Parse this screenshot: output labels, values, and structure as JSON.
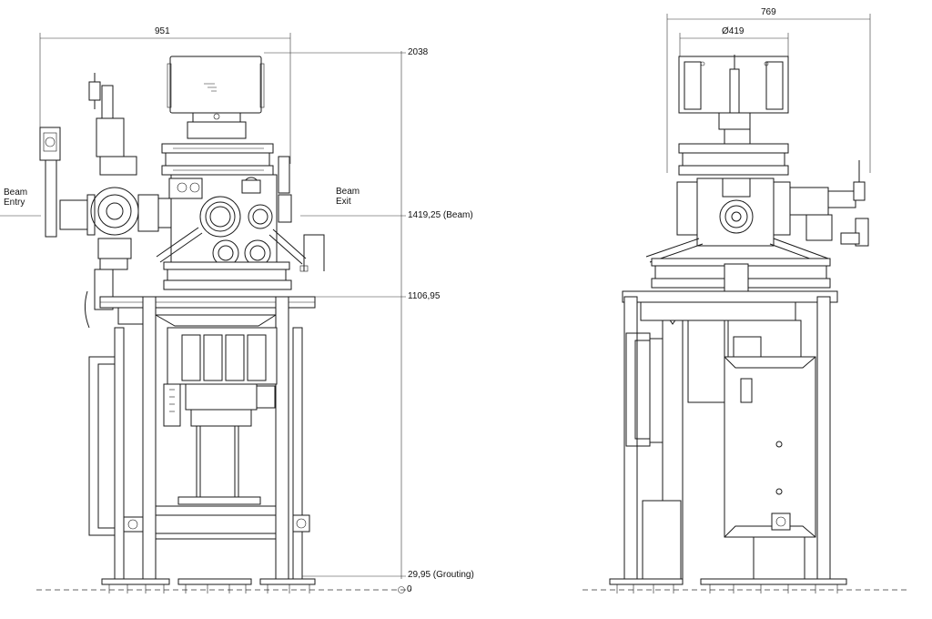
{
  "dimensions": {
    "front_width": "951",
    "side_width": "769",
    "side_diameter": "Ø419",
    "total_height": "2038",
    "beam_height": "1419,25 (Beam)",
    "table_height": "1106,95",
    "grouting": "29,95 (Grouting)",
    "zero": "0"
  },
  "labels": {
    "beam_entry_line1": "Beam",
    "beam_entry_line2": "Entry",
    "beam_exit_line1": "Beam",
    "beam_exit_line2": "Exit"
  }
}
